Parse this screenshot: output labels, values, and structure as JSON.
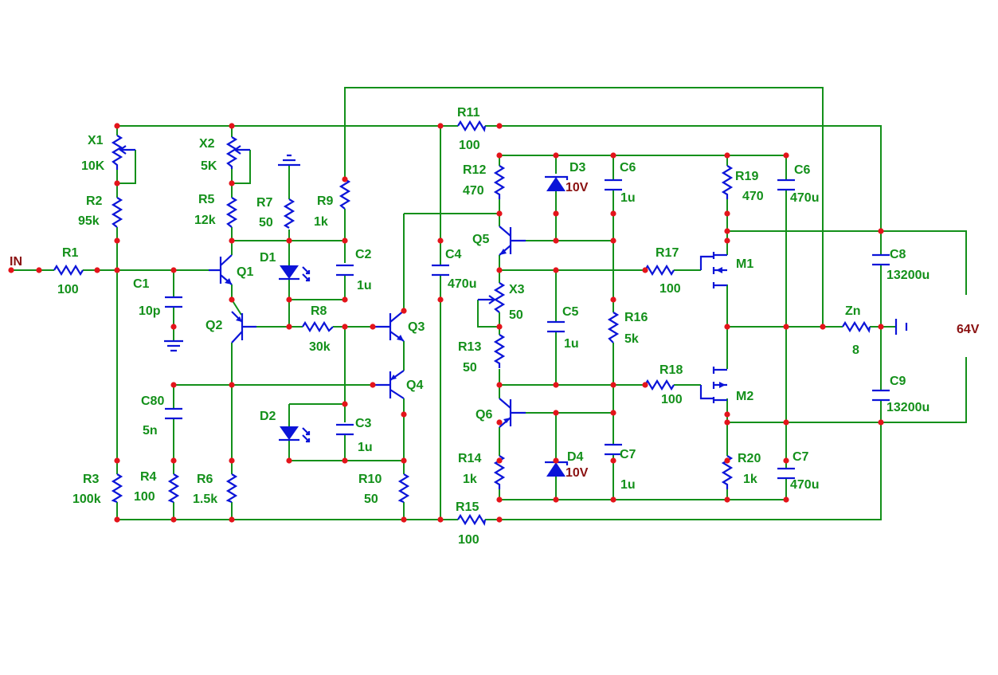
{
  "labels": {
    "in": "IN",
    "r1": "R1",
    "r1v": "100",
    "x1": "X1",
    "x1v": "10K",
    "r2": "R2",
    "r2v": "95k",
    "c1": "C1",
    "c1v": "10p",
    "r3": "R3",
    "r3v": "100k",
    "x2": "X2",
    "x2v": "5K",
    "r5": "R5",
    "r5v": "12k",
    "q1": "Q1",
    "q2": "Q2",
    "c80": "C80",
    "c80v": "5n",
    "r4": "R4",
    "r4v": "100",
    "r6": "R6",
    "r6v": "1.5k",
    "r7": "R7",
    "r7v": "50",
    "d1": "D1",
    "d2": "D2",
    "r9": "R9",
    "r9v": "1k",
    "c2": "C2",
    "c2v": "1u",
    "r8": "R8",
    "r8v": "30k",
    "c3": "C3",
    "c3v": "1u",
    "q3": "Q3",
    "q4": "Q4",
    "r10": "R10",
    "r10v": "50",
    "c4": "C4",
    "c4v": "470u",
    "r11": "R11",
    "r11v": "100",
    "r15": "R15",
    "r15v": "100",
    "r12": "R12",
    "r12v": "470",
    "q5": "Q5",
    "q6": "Q6",
    "x3": "X3",
    "x3v": "50",
    "r13": "R13",
    "r13v": "50",
    "r14": "R14",
    "r14v": "1k",
    "d3": "D3",
    "d3v": "10V",
    "d4": "D4",
    "d4v": "10V",
    "c5": "C5",
    "c5v": "1u",
    "c6a": "C6",
    "c6av": "1u",
    "c7a": "C7",
    "c7av": "1u",
    "r16": "R16",
    "r16v": "5k",
    "r17": "R17",
    "r17v": "100",
    "r18": "R18",
    "r18v": "100",
    "m1": "M1",
    "m2": "M2",
    "r19": "R19",
    "r19v": "470",
    "r20": "R20",
    "r20v": "1k",
    "c6b": "C6",
    "c6bv": "470u",
    "c7b": "C7",
    "c7bv": "470u",
    "c8": "C8",
    "c8v": "13200u",
    "c9": "C9",
    "c9v": "13200u",
    "zn": "Zn",
    "znv": "8",
    "supply": "64V"
  },
  "colors": {
    "wire": "#13901a",
    "component": "#0b14d8",
    "node": "#e4141b",
    "label": "#13901a",
    "diode_value": "#8a1111"
  }
}
